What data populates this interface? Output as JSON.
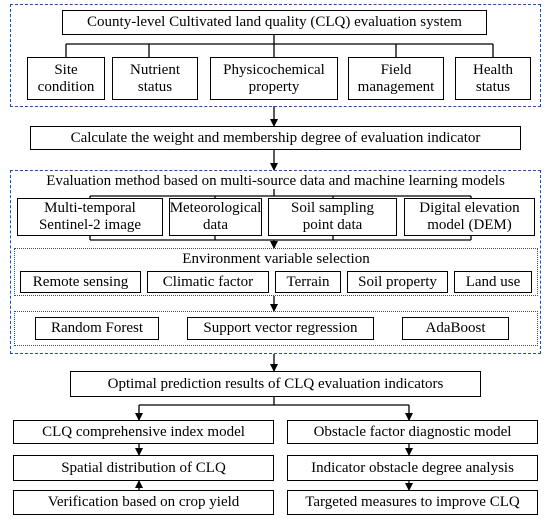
{
  "section1": {
    "title": "County-level Cultivated land quality (CLQ) evaluation system",
    "categories": [
      "Site\ncondition",
      "Nutrient\nstatus",
      "Physicochemical\nproperty",
      "Field\nmanagement",
      "Health\nstatus"
    ]
  },
  "weight_step": "Calculate the weight and membership degree of evaluation indicator",
  "section2": {
    "title": "Evaluation method based on multi-source data and machine learning models",
    "data_sources": [
      "Multi-temporal\nSentinel-2 image",
      "Meteorological\ndata",
      "Soil sampling\npoint data",
      "Digital elevation\nmodel (DEM)"
    ],
    "env_title": "Environment variable selection",
    "env_vars": [
      "Remote sensing",
      "Climatic factor",
      "Terrain",
      "Soil property",
      "Land use"
    ],
    "models": [
      "Random Forest",
      "Support vector regression",
      "AdaBoost"
    ]
  },
  "optimal": "Optimal prediction results of CLQ evaluation indicators",
  "left_branch": [
    "CLQ comprehensive index model",
    "Spatial distribution of CLQ",
    "Verification based on crop yield"
  ],
  "right_branch": [
    "Obstacle factor diagnostic model",
    "Indicator obstacle degree analysis",
    "Targeted measures to improve CLQ"
  ]
}
